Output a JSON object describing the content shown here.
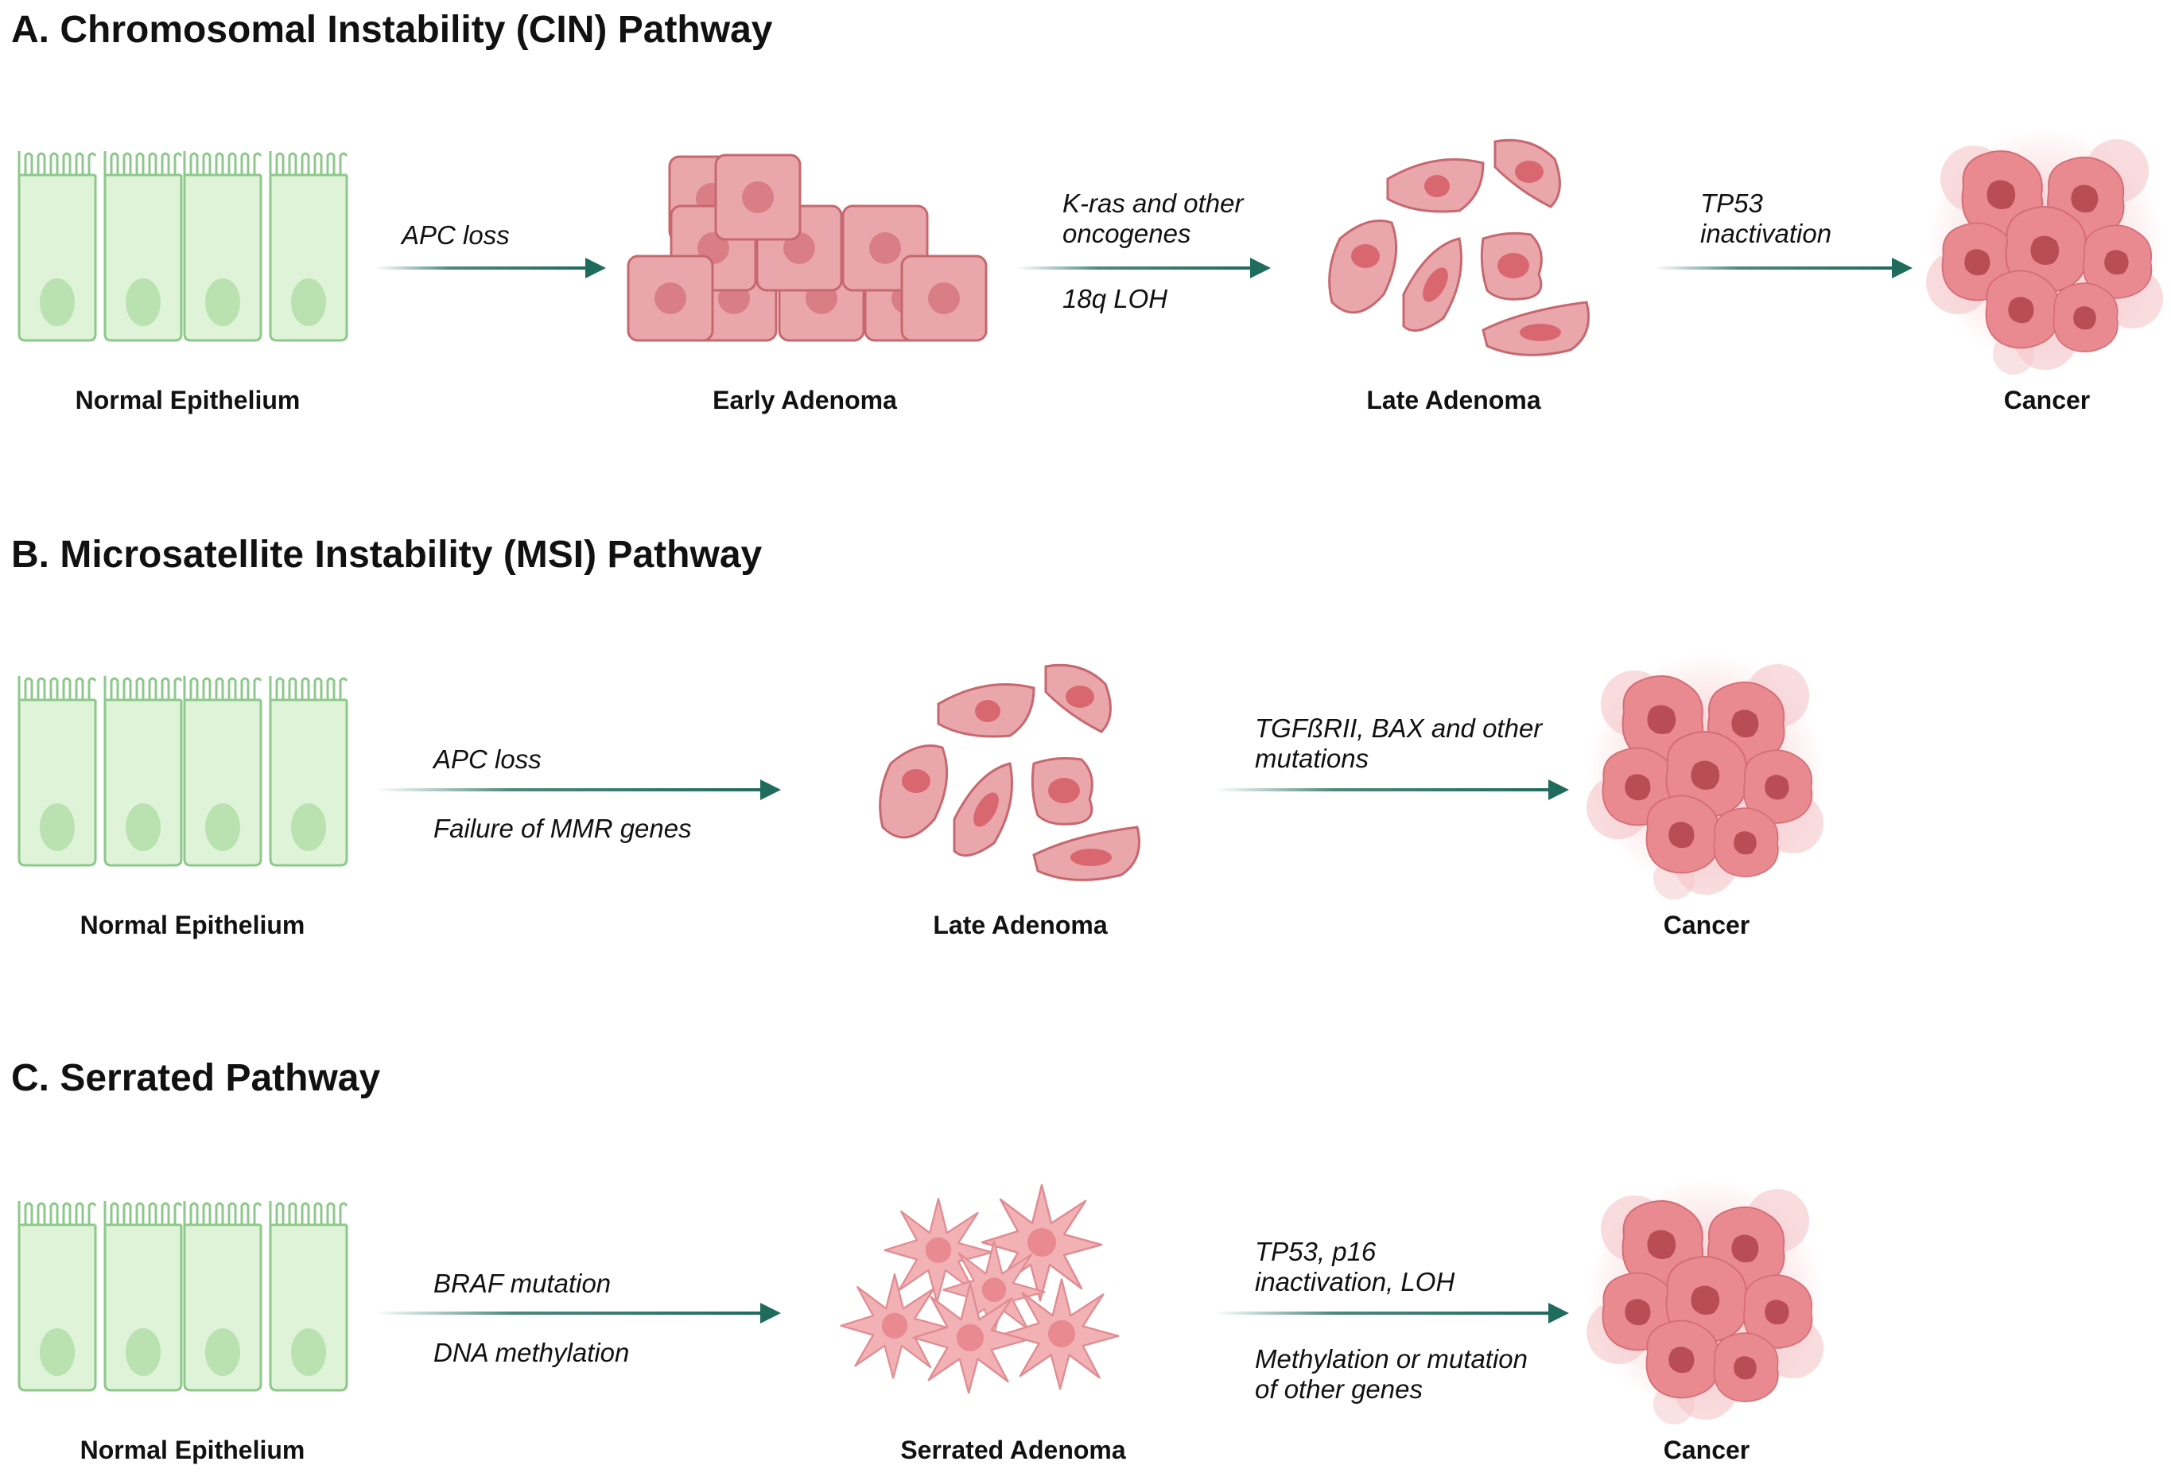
{
  "sections": [
    {
      "title": "A. Chromosomal Instability (CIN) Pathway",
      "stages": [
        "Normal Epithelium",
        "Early Adenoma",
        "Late Adenoma",
        "Cancer"
      ],
      "steps": [
        {
          "top": "APC loss"
        },
        {
          "top": "K-ras and other\noncogenes",
          "bottom": "18q LOH"
        },
        {
          "top": "TP53\ninactivation"
        }
      ]
    },
    {
      "title": "B. Microsatellite Instability (MSI) Pathway",
      "stages": [
        "Normal Epithelium",
        "Late Adenoma",
        "Cancer"
      ],
      "steps": [
        {
          "top": "APC loss",
          "bottom": "Failure of MMR genes"
        },
        {
          "top": "TGFßRII, BAX and other\nmutations"
        }
      ]
    },
    {
      "title": "C. Serrated Pathway",
      "stages": [
        "Normal Epithelium",
        "Serrated Adenoma",
        "Cancer"
      ],
      "steps": [
        {
          "top": "BRAF mutation",
          "bottom": "DNA methylation"
        },
        {
          "top": "TP53, p16\ninactivation, LOH",
          "bottom": "Methylation or mutation\nof other genes"
        }
      ]
    }
  ],
  "colors": {
    "arrow": "#1f6b5c",
    "epithelium_fill": "#dff3d8",
    "epithelium_stroke": "#8cc98a",
    "adenoma_fill": "#eaa7ab",
    "adenoma_stroke": "#c7686f",
    "cancer_fill": "#e88a90"
  }
}
